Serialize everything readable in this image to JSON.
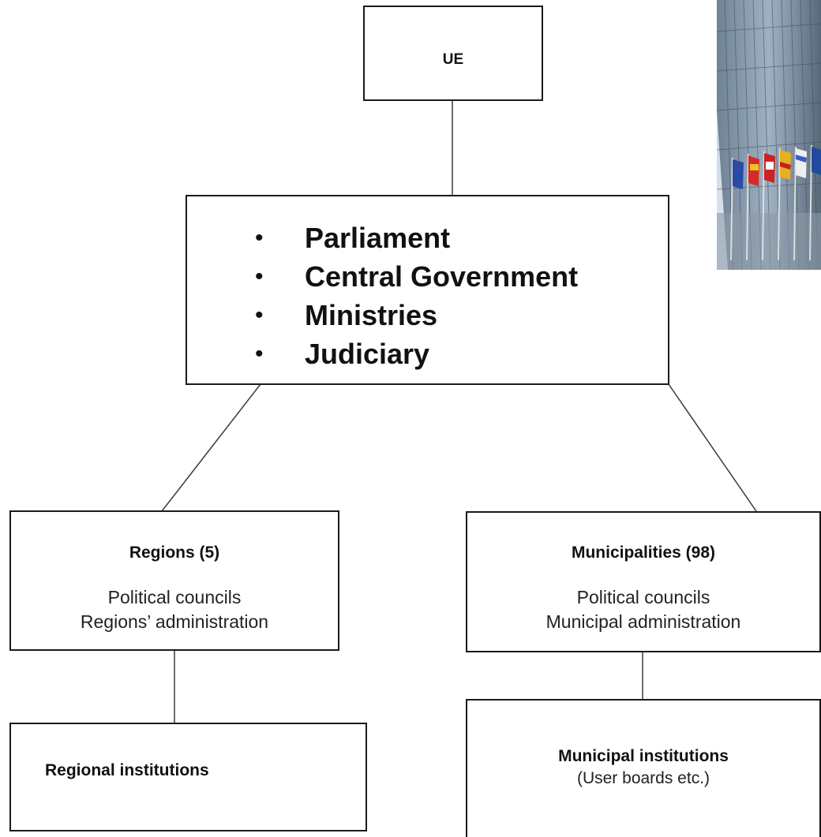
{
  "top": {
    "label": "UE"
  },
  "central": {
    "items": [
      "Parliament",
      "Central Government",
      "Ministries",
      "Judiciary"
    ],
    "bullet": "•"
  },
  "regions": {
    "title": "Regions (5)",
    "line1": "Political councils",
    "line2": "Regions’ administration"
  },
  "municipalities": {
    "title": "Municipalities (98)",
    "line1": "Political councils",
    "line2": "Municipal administration"
  },
  "regional_institutions": {
    "title": "Regional institutions"
  },
  "municipal_institutions": {
    "title": "Municipal institutions",
    "subtitle": "(User boards etc.)"
  },
  "colors": {
    "line": "#3a3a3a",
    "border": "#1a1a1a"
  }
}
